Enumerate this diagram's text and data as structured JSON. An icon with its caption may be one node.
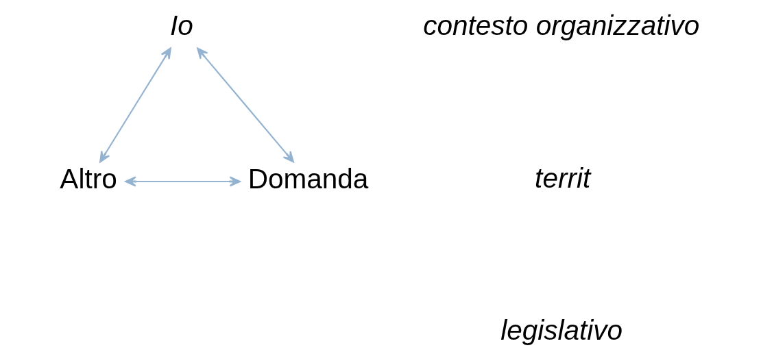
{
  "diagram": {
    "nodes": [
      {
        "text": [
          "Io"
        ]
      },
      {
        "text": [
          "Altro"
        ]
      },
      {
        "text": [
          "Domanda"
        ]
      }
    ],
    "edges": [
      {
        "from": 0,
        "to": 1,
        "arrow": "both"
      },
      {
        "from": 0,
        "to": 2,
        "arrow": "both"
      },
      {
        "from": 1,
        "to": 2,
        "arrow": "both"
      }
    ],
    "labels": [
      "contesto organizzativo",
      "territ",
      "legislativo"
    ]
  }
}
